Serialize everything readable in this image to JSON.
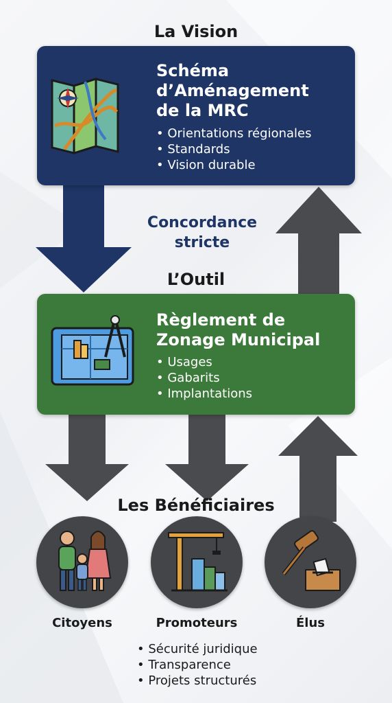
{
  "vision": {
    "heading": "La Vision",
    "title": "Schéma\nd’Aménagement\nde la MRC",
    "bullets": [
      "Orientations régionales",
      "Standards",
      "Vision durable"
    ]
  },
  "concordance": {
    "label": "Concordance\nstricte"
  },
  "outil": {
    "heading": "L’Outil",
    "title": "Règlement de\nZonage Municipal",
    "bullets": [
      "Usages",
      "Gabarits",
      "Implantations"
    ]
  },
  "beneficiaires": {
    "heading": "Les Bénéficiaires",
    "groups": [
      {
        "label": "Citoyens",
        "icon": "family-icon"
      },
      {
        "label": "Promoteurs",
        "icon": "construction-crane-icon"
      },
      {
        "label": "Élus",
        "icon": "gavel-ballot-icon"
      }
    ],
    "bullets": [
      "Sécurité juridique",
      "Transparence",
      "Projets structurés"
    ]
  },
  "colors": {
    "vision_box": "#1e3566",
    "outil_box": "#3b7a3a",
    "arrow_blue": "#1e3566",
    "arrow_gray": "#4a4b4e",
    "circle": "#434548"
  }
}
